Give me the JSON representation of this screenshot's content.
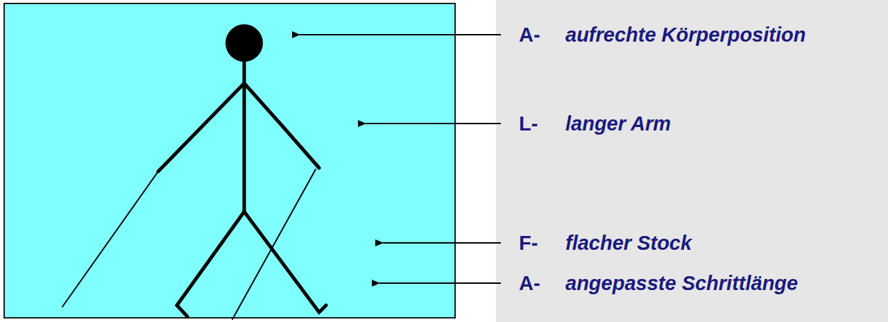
{
  "diagram": {
    "labels": [
      "A-",
      "aufrechte Körperposition",
      "L-",
      "langer Arm",
      "F-",
      "flacher Stock",
      "A-",
      "angepasste Schrittlänge"
    ]
  }
}
